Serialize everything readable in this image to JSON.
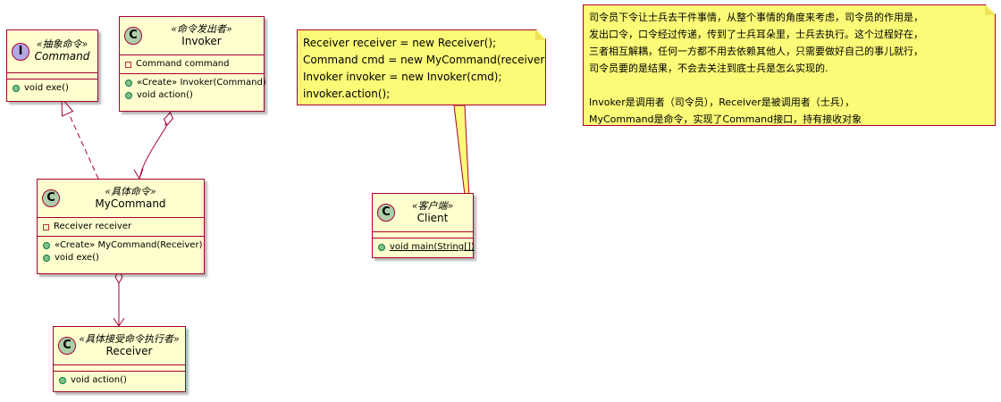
{
  "classes": {
    "command": {
      "badge": "I",
      "stereotype": "«抽象命令»",
      "name": "Command",
      "fields": [],
      "methods": [
        "void exe()"
      ]
    },
    "invoker": {
      "badge": "C",
      "stereotype": "«命令发出者»",
      "name": "Invoker",
      "fields": [
        "Command command"
      ],
      "methods": [
        "«Create» Invoker(Command)",
        "void action()"
      ]
    },
    "mycommand": {
      "badge": "C",
      "stereotype": "«具体命令»",
      "name": "MyCommand",
      "fields": [
        "Receiver receiver"
      ],
      "methods": [
        "«Create» MyCommand(Receiver)",
        "void exe()"
      ]
    },
    "receiver": {
      "badge": "C",
      "stereotype": "«具体接受命令执行者»",
      "name": "Receiver",
      "fields": [],
      "methods": [
        "void action()"
      ]
    },
    "client": {
      "badge": "C",
      "stereotype": "«客户端»",
      "name": "Client",
      "fields": [],
      "methods": [
        "void main(String[])"
      ]
    }
  },
  "code_note": {
    "lines": [
      "Receiver receiver = new Receiver();",
      "Command cmd = new MyCommand(receiver);",
      "Invoker invoker = new Invoker(cmd);",
      "invoker.action();"
    ]
  },
  "explain_note": {
    "para1": [
      "司令员下令让士兵去干件事情，从整个事情的角度来考虑，司令员的作用是，",
      "发出口令，口令经过传递，传到了士兵耳朵里，士兵去执行。这个过程好在，",
      "三者相互解耦，任何一方都不用去依赖其他人，只需要做好自己的事儿就行，",
      "司令员要的是结果，不会去关注到底士兵是怎么实现的."
    ],
    "para2": [
      "Invoker是调用者（司令员），Receiver是被调用者（士兵），",
      "MyCommand是命令，实现了Command接口，持有接收对象"
    ]
  },
  "colors": {
    "class_fill": "#fefece",
    "border": "#a80036",
    "note_fill": "#fbfb77",
    "class_badge": "#adcea8",
    "interface_badge": "#b4a7e5"
  }
}
